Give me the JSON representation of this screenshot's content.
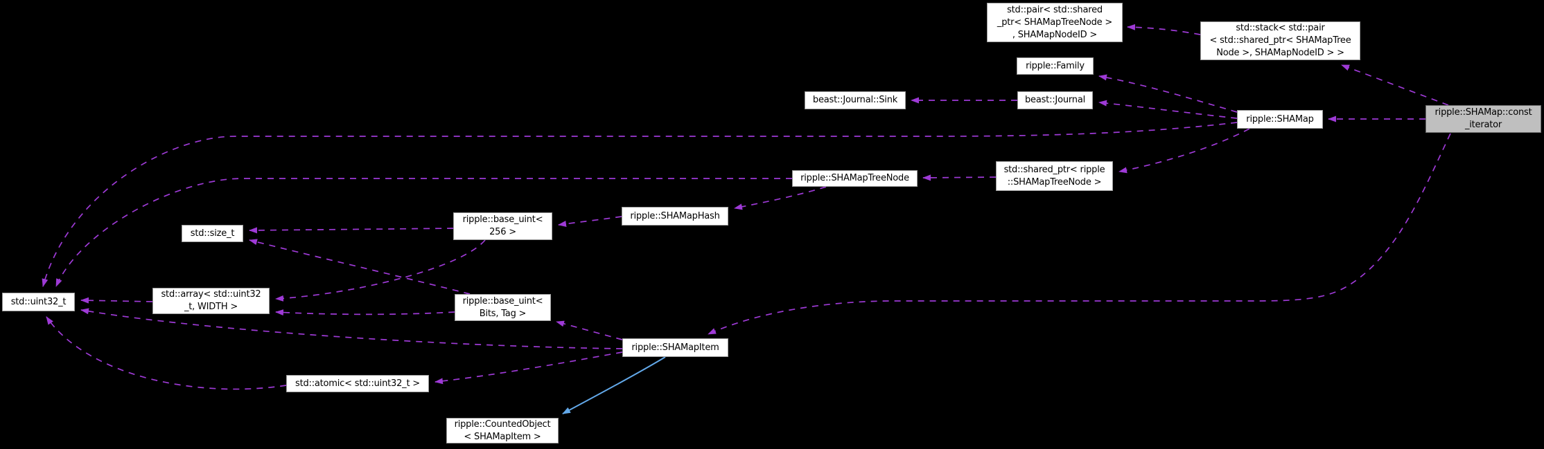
{
  "colors": {
    "background": "#000000",
    "node_fill": "#ffffff",
    "node_border": "#9a9a9a",
    "highlight_fill": "#bfbfbf",
    "usage_edge": "#9e3ad6",
    "inheritance_edge": "#63a9ea"
  },
  "diagram": {
    "type": "collaboration-graph",
    "subject": "ripple::SHAMap::const_iterator",
    "nodes": [
      {
        "id": "pair",
        "label": "std::pair< std::shared\n_ptr< SHAMapTreeNode >\n, SHAMapNodeID >"
      },
      {
        "id": "stack",
        "label": "std::stack< std::pair\n< std::shared_ptr< SHAMapTree\nNode >, SHAMapNodeID > >"
      },
      {
        "id": "family",
        "label": "ripple::Family"
      },
      {
        "id": "journal-sink",
        "label": "beast::Journal::Sink"
      },
      {
        "id": "journal",
        "label": "beast::Journal"
      },
      {
        "id": "shamap",
        "label": "ripple::SHAMap"
      },
      {
        "id": "const-iterator",
        "label": "ripple::SHAMap::const\n_iterator",
        "highlighted": true
      },
      {
        "id": "shamap-tree-node",
        "label": "ripple::SHAMapTreeNode"
      },
      {
        "id": "shared-ptr-tree-node",
        "label": "std::shared_ptr< ripple\n::SHAMapTreeNode >"
      },
      {
        "id": "shamap-hash",
        "label": "ripple::SHAMapHash"
      },
      {
        "id": "base-uint-256",
        "label": "ripple::base_uint<\n256 >"
      },
      {
        "id": "size-t",
        "label": "std::size_t"
      },
      {
        "id": "uint32-t",
        "label": "std::uint32_t"
      },
      {
        "id": "array-uint32",
        "label": "std::array< std::uint32\n_t, WIDTH >"
      },
      {
        "id": "base-uint-bits-tag",
        "label": "ripple::base_uint<\nBits, Tag >"
      },
      {
        "id": "shamap-item",
        "label": "ripple::SHAMapItem"
      },
      {
        "id": "atomic-uint32",
        "label": "std::atomic< std::uint32_t >"
      },
      {
        "id": "counted-object",
        "label": "ripple::CountedObject\n< SHAMapItem >"
      }
    ],
    "edges": [
      {
        "from": "stack",
        "to": "pair",
        "type": "usage"
      },
      {
        "from": "const-iterator",
        "to": "stack",
        "type": "usage"
      },
      {
        "from": "shamap",
        "to": "family",
        "type": "usage"
      },
      {
        "from": "journal",
        "to": "journal-sink",
        "type": "usage"
      },
      {
        "from": "shamap",
        "to": "journal",
        "type": "usage"
      },
      {
        "from": "const-iterator",
        "to": "shamap",
        "type": "usage"
      },
      {
        "from": "shamap",
        "to": "shared-ptr-tree-node",
        "type": "usage"
      },
      {
        "from": "shared-ptr-tree-node",
        "to": "shamap-tree-node",
        "type": "usage"
      },
      {
        "from": "shamap-tree-node",
        "to": "shamap-hash",
        "type": "usage"
      },
      {
        "from": "shamap-hash",
        "to": "base-uint-256",
        "type": "usage"
      },
      {
        "from": "base-uint-256",
        "to": "size-t",
        "type": "usage"
      },
      {
        "from": "base-uint-256",
        "to": "array-uint32",
        "type": "usage"
      },
      {
        "from": "base-uint-bits-tag",
        "to": "size-t",
        "type": "usage"
      },
      {
        "from": "base-uint-bits-tag",
        "to": "array-uint32",
        "type": "usage"
      },
      {
        "from": "array-uint32",
        "to": "uint32-t",
        "type": "usage"
      },
      {
        "from": "shamap",
        "to": "uint32-t",
        "type": "usage"
      },
      {
        "from": "shamap-tree-node",
        "to": "uint32-t",
        "type": "usage"
      },
      {
        "from": "shamap-item",
        "to": "uint32-t",
        "type": "usage"
      },
      {
        "from": "shamap-item",
        "to": "atomic-uint32",
        "type": "usage"
      },
      {
        "from": "shamap-item",
        "to": "base-uint-bits-tag",
        "type": "usage"
      },
      {
        "from": "atomic-uint32",
        "to": "uint32-t",
        "type": "usage"
      },
      {
        "from": "const-iterator",
        "to": "shamap-item",
        "type": "usage"
      },
      {
        "from": "shamap-item",
        "to": "counted-object",
        "type": "inheritance"
      }
    ]
  }
}
